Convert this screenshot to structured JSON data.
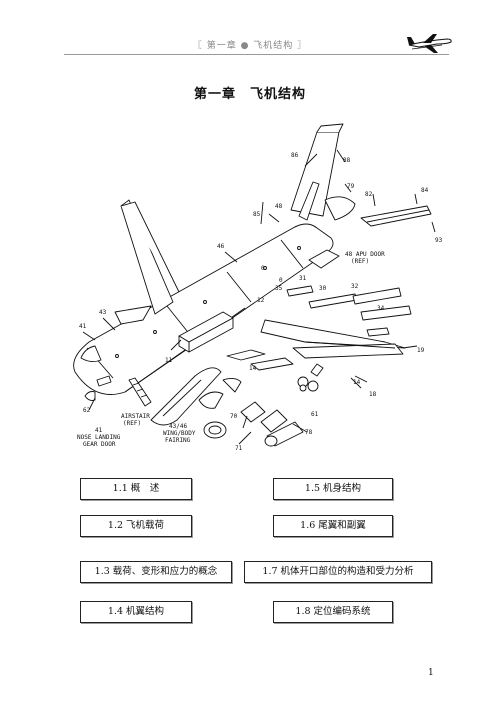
{
  "header": {
    "text": "〖 第一章 ● 飞机结构 〗"
  },
  "chapter_title": "第一章　飞机结构",
  "diagram": {
    "labels": {
      "l86": "86",
      "l88": "88",
      "l79": "79",
      "l82": "82",
      "l84": "84",
      "l85": "85",
      "l48": "48",
      "l93": "93",
      "l46": "46",
      "lapu1": "48 APU DOOR",
      "lapu2": "(REF)",
      "l31": "31",
      "l35": "35",
      "l30": "30",
      "l32": "32",
      "l34": "34",
      "l12": "12",
      "l43": "43",
      "l41a": "41",
      "l11": "11",
      "l19": "19",
      "l14a": "14",
      "l14b": "14",
      "l18": "18",
      "l61": "61",
      "l62": "62",
      "l70": "70",
      "l71": "71",
      "l78": "78",
      "l0a": "0",
      "l0b": "0",
      "lair1": "AIRSTAIR",
      "lair2": "(REF)",
      "lwb1": "43/46",
      "lwb2": "WING/BODY",
      "lwb3": "FAIRING",
      "lng1": "41",
      "lng2": "NOSE LANDING",
      "lng3": "GEAR DOOR"
    }
  },
  "toc": [
    {
      "label": "1.1 概　述"
    },
    {
      "label": "1.5 机身结构"
    },
    {
      "label": "1.2 飞机载荷"
    },
    {
      "label": "1.6 尾翼和副翼"
    },
    {
      "label": "1.3 载荷、变形和应力的概念"
    },
    {
      "label": "1.7 机体开口部位的构造和受力分析"
    },
    {
      "label": "1.4 机翼结构"
    },
    {
      "label": "1.8 定位编码系统"
    }
  ],
  "page_number": "1"
}
